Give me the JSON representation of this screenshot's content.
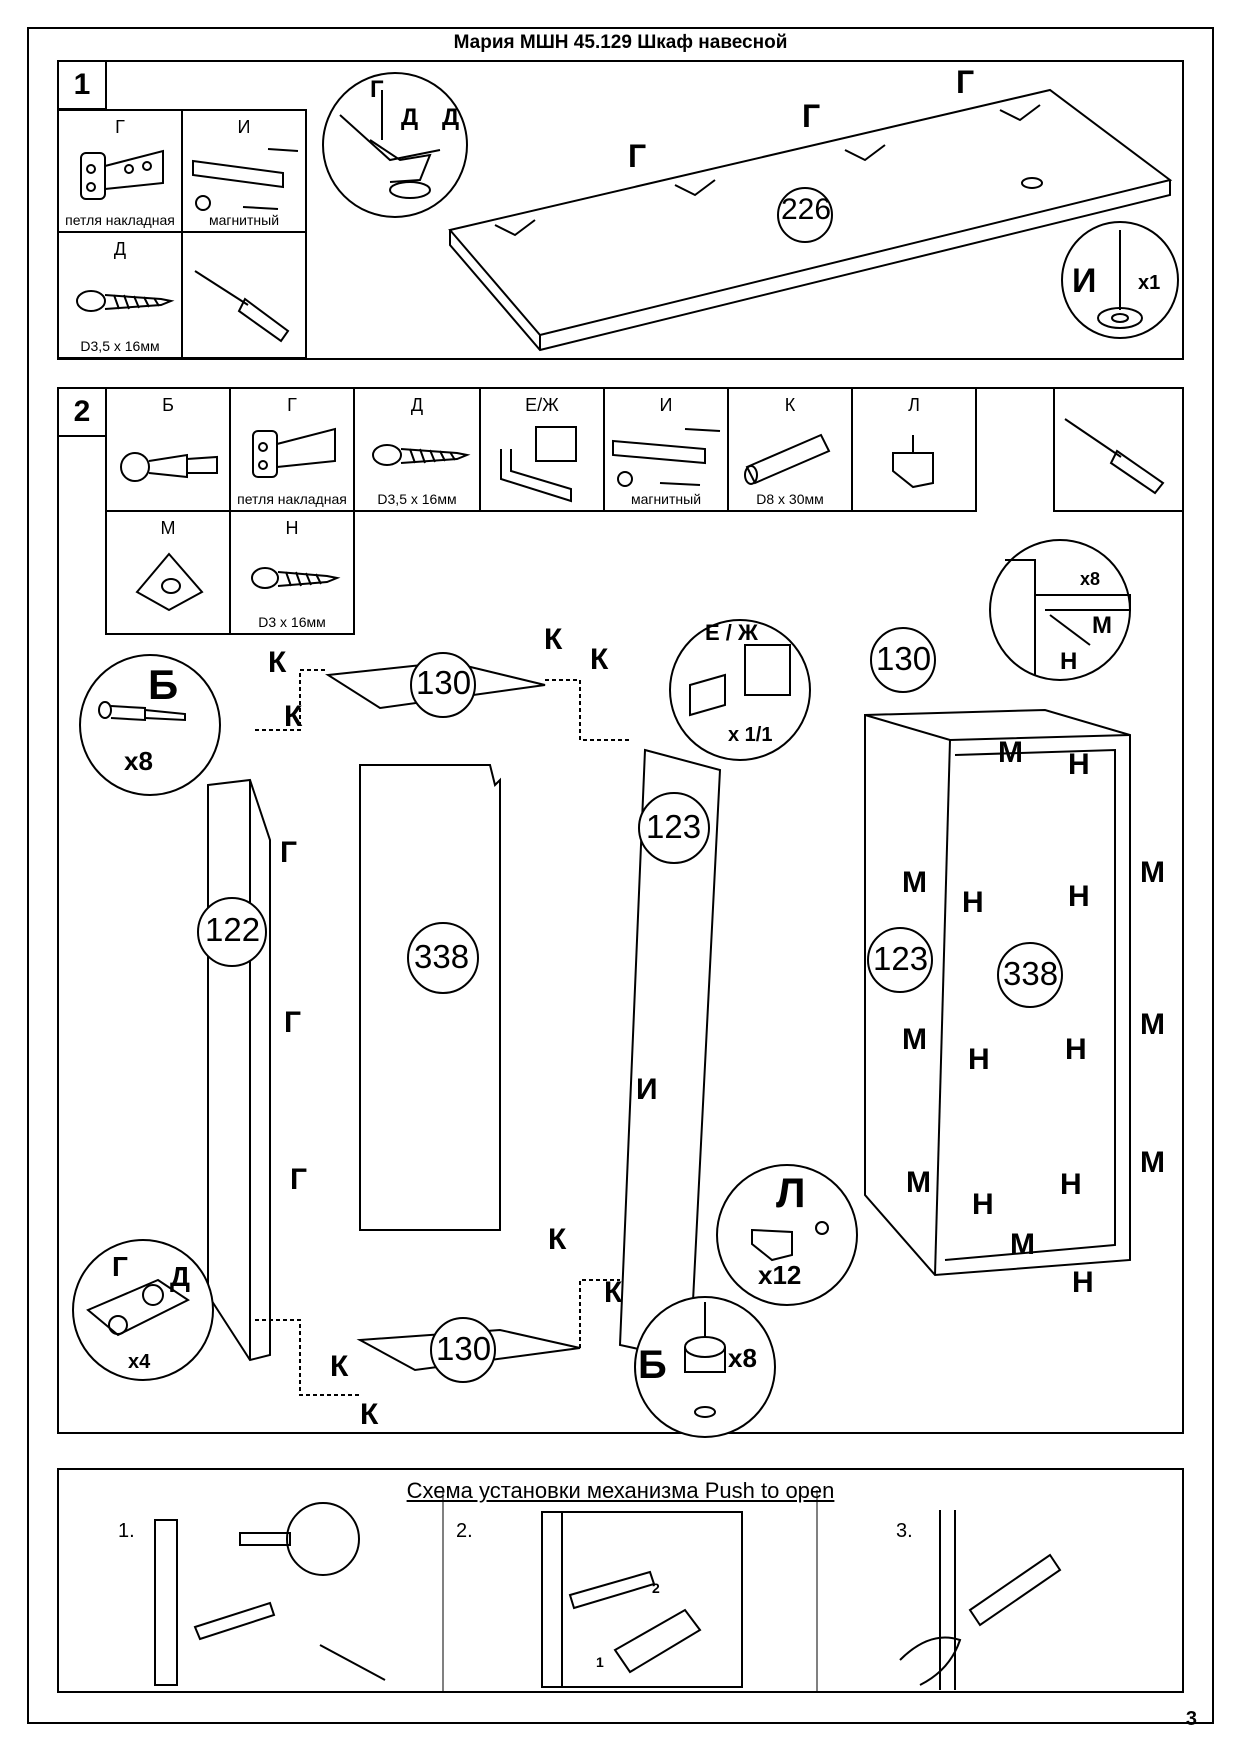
{
  "title": "Мария МШН 45.129 Шкаф навесной",
  "page_number": "3",
  "step1": {
    "number": "1",
    "parts": [
      {
        "letter": "Г",
        "caption": "петля накладная"
      },
      {
        "letter": "И",
        "caption": "магнитный"
      },
      {
        "letter": "Д",
        "caption": "D3,5 x 16мм"
      }
    ],
    "panel_number": "226",
    "callout_letters": {
      "g": "Г",
      "d": "Д"
    },
    "i_label": "И",
    "i_qty": "x1"
  },
  "step2": {
    "number": "2",
    "parts": [
      {
        "letter": "Б",
        "caption": ""
      },
      {
        "letter": "Г",
        "caption": "петля накладная"
      },
      {
        "letter": "Д",
        "caption": "D3,5 x 16мм"
      },
      {
        "letter": "Е/Ж",
        "caption": ""
      },
      {
        "letter": "И",
        "caption": "магнитный"
      },
      {
        "letter": "К",
        "caption": "D8 x 30мм"
      },
      {
        "letter": "Л",
        "caption": ""
      },
      {
        "letter": "М",
        "caption": ""
      },
      {
        "letter": "Н",
        "caption": "D3 x 16мм"
      }
    ],
    "panels": {
      "top": "130",
      "bottom": "130",
      "left": "122",
      "right": "123",
      "back": "338",
      "right_back": "338",
      "right_side": "123",
      "right_top": "130"
    },
    "labels": {
      "b": "Б",
      "k": "К",
      "g": "Г",
      "d": "Д",
      "i": "И",
      "l": "Л",
      "m": "М",
      "n": "Н",
      "ej": "Е / Ж"
    },
    "qty": {
      "b": "x8",
      "g": "x4",
      "l": "x12",
      "ej": "x 1/1",
      "mn": "x8"
    }
  },
  "push": {
    "title": "Схема установки механизма Push to open",
    "steps": [
      "1.",
      "2.",
      "3."
    ],
    "arrows": [
      "1",
      "2"
    ]
  }
}
